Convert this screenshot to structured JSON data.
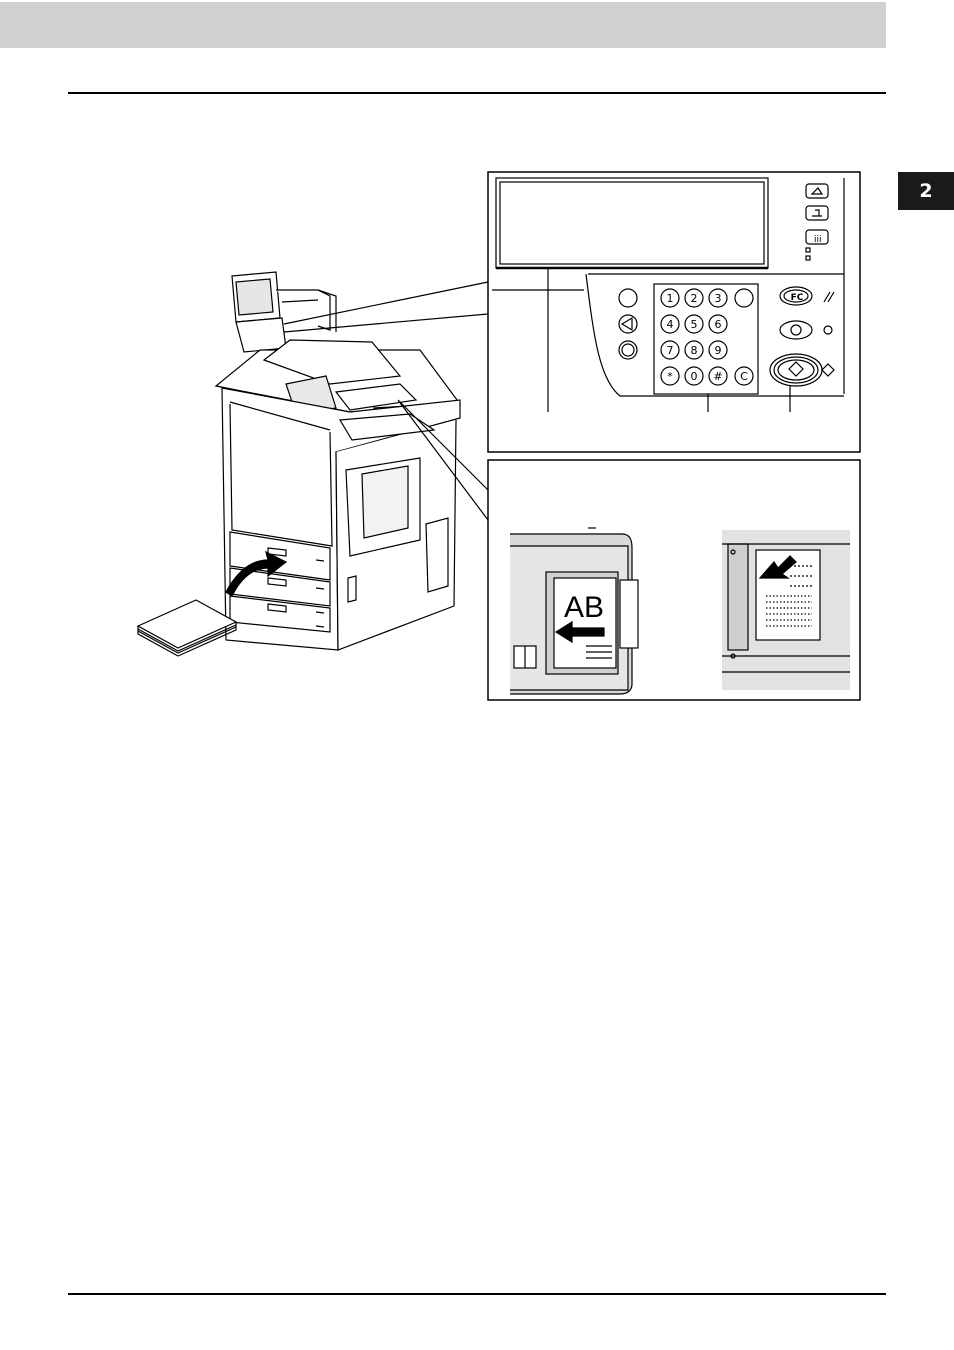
{
  "chapter": {
    "number": "2"
  },
  "document": {
    "illustration": {
      "panel_keys": {
        "row1": [
          "1",
          "2",
          "3"
        ],
        "row2": [
          "4",
          "5",
          "6"
        ],
        "row3": [
          "7",
          "8",
          "9"
        ],
        "row4": [
          "*",
          "0",
          "#",
          "C"
        ],
        "fc_key": "FC"
      },
      "original_sample_text": "AB",
      "icons": [
        "copier-icon",
        "paper-stack-icon",
        "arrow-icon",
        "keypad-icon",
        "start-button-icon"
      ]
    }
  }
}
